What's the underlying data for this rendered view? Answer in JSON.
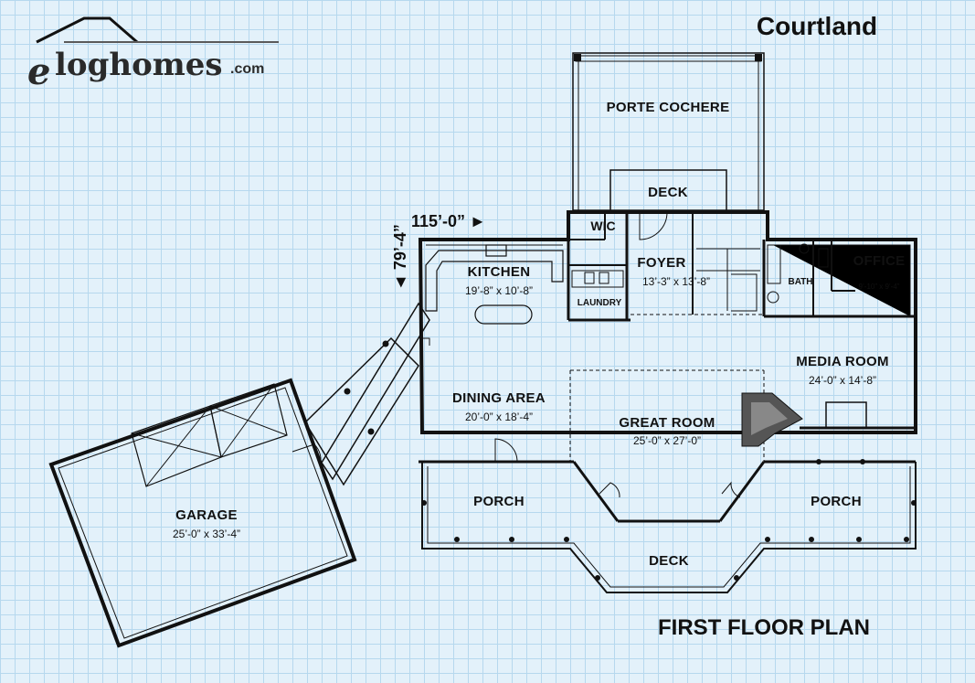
{
  "logo": {
    "e": "e",
    "main": "loghomes",
    "com": ".com"
  },
  "plan_name": "Courtland",
  "plan_title": "FIRST FLOOR PLAN",
  "overall_dims": {
    "width": "115’-0” ►",
    "depth": "◄ 79’-4”"
  },
  "rooms": {
    "porte_cochere": {
      "name": "PORTE COCHERE"
    },
    "deck_top": {
      "name": "DECK"
    },
    "wic": {
      "name": "WIC"
    },
    "foyer": {
      "name": "FOYER",
      "dims": "13’-3” x 13’-8”"
    },
    "kitchen": {
      "name": "KITCHEN",
      "dims": "19’-8” x 10’-8”"
    },
    "laundry": {
      "name": "LAUNDRY"
    },
    "bath": {
      "name": "BATH"
    },
    "office": {
      "name": "OFFICE",
      "dims": "9’-10” x 9’-4”"
    },
    "media_room": {
      "name": "MEDIA ROOM",
      "dims": "24’-0” x 14’-8”"
    },
    "dining_area": {
      "name": "DINING AREA",
      "dims": "20’-0” x 18’-4”"
    },
    "great_room": {
      "name": "GREAT ROOM",
      "dims": "25’-0” x 27’-0”"
    },
    "porch_left": {
      "name": "PORCH"
    },
    "porch_right": {
      "name": "PORCH"
    },
    "deck_bottom": {
      "name": "DECK"
    },
    "garage": {
      "name": "GARAGE",
      "dims": "25’-0” x 33’-4”"
    }
  }
}
